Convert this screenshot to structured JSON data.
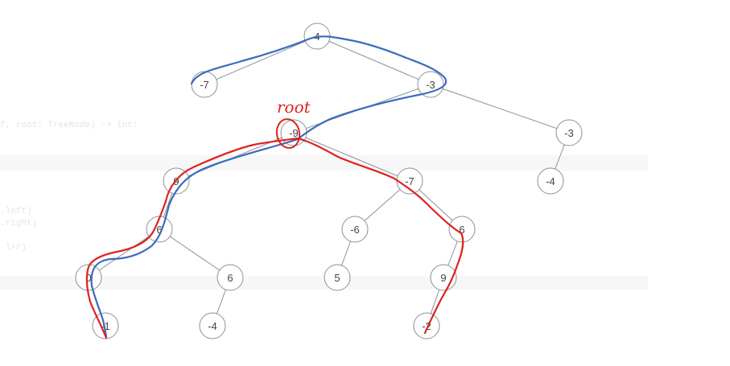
{
  "background_code": [
    "f, root: TreeNode) -> int:",
    ".left)",
    ".right)",
    " l+r)"
  ],
  "annotation": {
    "text": "root",
    "color": "#e0211f"
  },
  "tree": {
    "nodes": [
      {
        "id": "n1",
        "value": "4"
      },
      {
        "id": "n2",
        "value": "-7"
      },
      {
        "id": "n3",
        "value": "-3"
      },
      {
        "id": "n4",
        "value": "-9"
      },
      {
        "id": "n5",
        "value": "-3"
      },
      {
        "id": "n6",
        "value": "-4"
      },
      {
        "id": "n7",
        "value": "9"
      },
      {
        "id": "n8",
        "value": "-7"
      },
      {
        "id": "n9",
        "value": "6"
      },
      {
        "id": "n10",
        "value": "-6"
      },
      {
        "id": "n11",
        "value": "6"
      },
      {
        "id": "n12",
        "value": "0"
      },
      {
        "id": "n13",
        "value": "6"
      },
      {
        "id": "n14",
        "value": "5"
      },
      {
        "id": "n15",
        "value": "9"
      },
      {
        "id": "n16",
        "value": "-1"
      },
      {
        "id": "n17",
        "value": "-4"
      },
      {
        "id": "n18",
        "value": "-2"
      }
    ],
    "edges": [
      [
        "n1",
        "n2"
      ],
      [
        "n1",
        "n3"
      ],
      [
        "n3",
        "n4"
      ],
      [
        "n3",
        "n5"
      ],
      [
        "n5",
        "n6"
      ],
      [
        "n4",
        "n7"
      ],
      [
        "n4",
        "n8"
      ],
      [
        "n7",
        "n9"
      ],
      [
        "n8",
        "n10"
      ],
      [
        "n8",
        "n11"
      ],
      [
        "n9",
        "n12"
      ],
      [
        "n9",
        "n13"
      ],
      [
        "n10",
        "n14"
      ],
      [
        "n11",
        "n15"
      ],
      [
        "n12",
        "n16"
      ],
      [
        "n13",
        "n17"
      ],
      [
        "n15",
        "n18"
      ]
    ]
  },
  "paths": [
    {
      "name": "blue-path",
      "color": "#3a6bbf",
      "description_nodes": [
        "n2",
        "n1",
        "n3",
        "n4",
        "n7",
        "n9",
        "n12",
        "n16"
      ]
    },
    {
      "name": "red-path",
      "color": "#e0211f",
      "description_nodes": [
        "n16",
        "n12",
        "n9",
        "n7",
        "n4",
        "n8",
        "n11",
        "n15",
        "n18"
      ]
    }
  ]
}
